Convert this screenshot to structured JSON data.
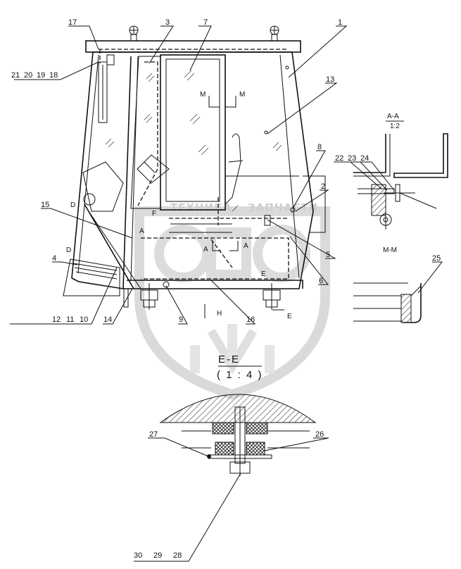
{
  "part_labels": {
    "p1": "1",
    "p2": "2",
    "p3": "3",
    "p4": "4",
    "p5": "5",
    "p6": "6",
    "p7": "7",
    "p8": "8",
    "p9": "9",
    "p10": "10",
    "p11": "11",
    "p12": "12",
    "p13": "13",
    "p14": "14",
    "p15": "15",
    "p16": "16",
    "p17": "17",
    "p18": "18",
    "p19": "19",
    "p20": "20",
    "p21": "21",
    "p22": "22",
    "p23": "23",
    "p24": "24",
    "p25": "25",
    "p26": "26",
    "p27": "27",
    "p28": "28",
    "p29": "29",
    "p30": "30"
  },
  "section_marks": {
    "m": "M",
    "a": "A",
    "d": "D",
    "e": "E",
    "f": "F",
    "h": "H"
  },
  "section_titles": {
    "aa": "A-A",
    "aa_scale": "1:2",
    "mm": "M-M",
    "ee": "E-E",
    "ee_scale": "( 1 : 4 )"
  },
  "watermark": {
    "left": "ТЕХНИКА",
    "right": "ЗАПЧАСТИ"
  }
}
